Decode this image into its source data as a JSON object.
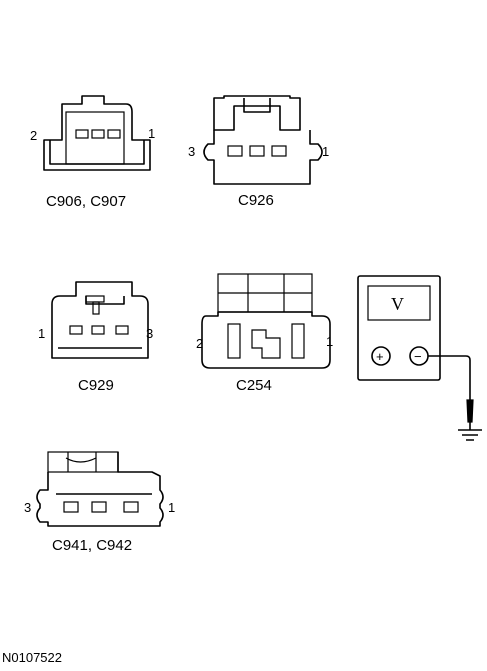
{
  "connectors": [
    {
      "label": "C906, C907",
      "pin_left": "2",
      "pin_right": "1"
    },
    {
      "label": "C926",
      "pin_left": "3",
      "pin_right": "1"
    },
    {
      "label": "C929",
      "pin_left": "1",
      "pin_right": "3"
    },
    {
      "label": "C254",
      "pin_left": "2",
      "pin_right": "1"
    },
    {
      "label": "C941, C942",
      "pin_left": "3",
      "pin_right": "1"
    }
  ],
  "meter": {
    "display": "V",
    "plus": "+",
    "minus": "−"
  },
  "reference": "N0107522"
}
